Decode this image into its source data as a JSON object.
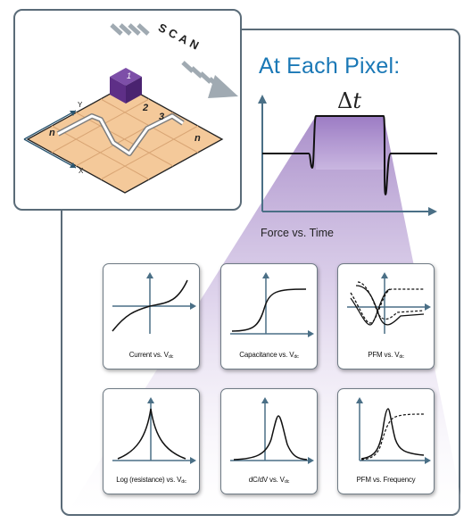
{
  "scan_label": "SCAN",
  "title": "At Each Pixel:",
  "delta_t": "t",
  "force_caption": "Force vs. Time",
  "grid": {
    "voxel_label": "1",
    "num2": "2",
    "num3": "3",
    "n_left": "n",
    "n_right": "n",
    "axis_y": "Y",
    "axis_x": "X"
  },
  "cards": [
    {
      "label": "Current vs. V",
      "sub": "dc"
    },
    {
      "label": "Capacitance vs. V",
      "sub": "dc"
    },
    {
      "label": "PFM vs. V",
      "sub": "dc"
    },
    {
      "label": "Log (resistance) vs. V",
      "sub": "dc"
    },
    {
      "label": "dC/dV vs. V",
      "sub": "dc"
    },
    {
      "label": "PFM vs. Frequency",
      "sub": ""
    }
  ],
  "colors": {
    "border": "#5a6b78",
    "title": "#1a78b6",
    "purple": "#8f6ab8",
    "cube": "#5e2f87",
    "grid_fill": "#f4c99a"
  }
}
